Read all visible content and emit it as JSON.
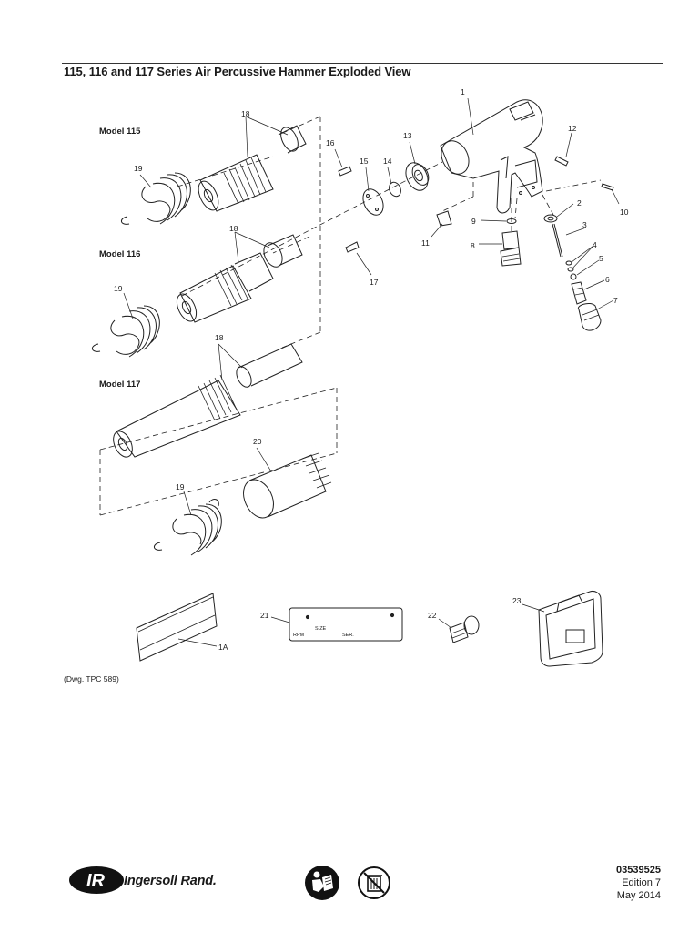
{
  "document": {
    "title": "115, 116 and 117 Series Air Percussive Hammer Exploded View",
    "models": [
      "Model 115",
      "Model 116",
      "Model 117"
    ],
    "drawing_ref": "(Dwg. TPC 589)",
    "callouts": [
      {
        "id": "c1",
        "label": "1"
      },
      {
        "id": "c2",
        "label": "2"
      },
      {
        "id": "c3",
        "label": "3"
      },
      {
        "id": "c4",
        "label": "4"
      },
      {
        "id": "c5",
        "label": "5"
      },
      {
        "id": "c6",
        "label": "6"
      },
      {
        "id": "c7",
        "label": "7"
      },
      {
        "id": "c8",
        "label": "8"
      },
      {
        "id": "c9",
        "label": "9"
      },
      {
        "id": "c10",
        "label": "10"
      },
      {
        "id": "c11",
        "label": "11"
      },
      {
        "id": "c12",
        "label": "12"
      },
      {
        "id": "c13",
        "label": "13"
      },
      {
        "id": "c14",
        "label": "14"
      },
      {
        "id": "c15",
        "label": "15"
      },
      {
        "id": "c16",
        "label": "16"
      },
      {
        "id": "c17",
        "label": "17"
      },
      {
        "id": "c18a",
        "label": "18"
      },
      {
        "id": "c18b",
        "label": "18"
      },
      {
        "id": "c18c",
        "label": "18"
      },
      {
        "id": "c19a",
        "label": "19"
      },
      {
        "id": "c19b",
        "label": "19"
      },
      {
        "id": "c19c",
        "label": "19"
      },
      {
        "id": "c20",
        "label": "20"
      },
      {
        "id": "c21",
        "label": "21"
      },
      {
        "id": "c22",
        "label": "22"
      },
      {
        "id": "c23",
        "label": "23"
      },
      {
        "id": "c1a",
        "label": "1A"
      }
    ],
    "nameplate": {
      "rpm": "RPM",
      "size": "SIZE",
      "ser": "SER."
    }
  },
  "footer": {
    "brand": "Ingersoll Rand.",
    "doc_number": "03539525",
    "edition": "Edition 7",
    "date": "May 2014"
  }
}
